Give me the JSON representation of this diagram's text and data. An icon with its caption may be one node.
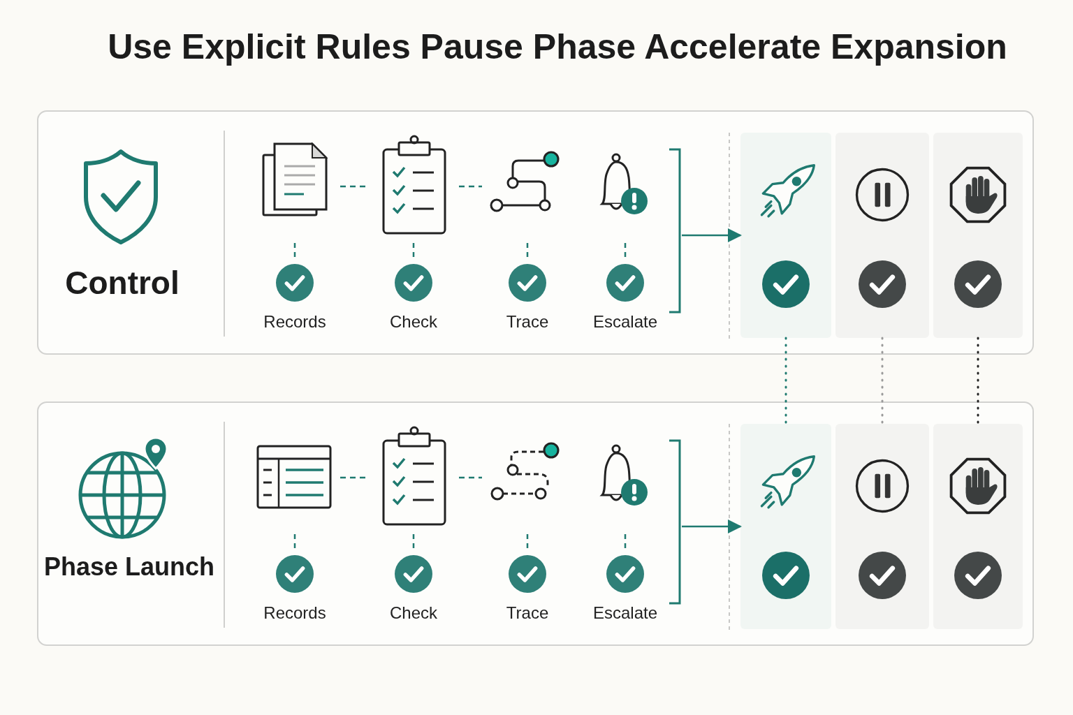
{
  "diagram": {
    "title": "Use Explicit Rules Pause Phase Accelerate Expansion",
    "nodes": [
      {
        "text": [
          "Control"
        ]
      },
      {
        "text": [
          "Records"
        ],
        "in": 0
      },
      {
        "text": [
          "Check"
        ],
        "in": 0
      },
      {
        "text": [
          "Trace"
        ],
        "in": 0
      },
      {
        "text": [
          "Escalate"
        ],
        "in": 0
      },
      {
        "text": [],
        "shape": "box",
        "in": 0
      },
      {
        "text": [],
        "shape": "box",
        "in": 0
      },
      {
        "text": [],
        "shape": "box",
        "in": 0
      },
      {
        "text": [
          "Phase Launch"
        ]
      },
      {
        "text": [
          "Records"
        ],
        "in": 8
      },
      {
        "text": [
          "Check"
        ],
        "in": 8
      },
      {
        "text": [
          "Trace"
        ],
        "in": 8
      },
      {
        "text": [
          "Escalate"
        ],
        "in": 8
      },
      {
        "text": [],
        "shape": "box",
        "in": 8
      },
      {
        "text": [],
        "shape": "box",
        "in": 8
      },
      {
        "text": [],
        "shape": "box",
        "in": 8
      }
    ],
    "edges": [
      {
        "from": 1,
        "to": 2,
        "arrow": "none",
        "style": "dashed"
      },
      {
        "from": 2,
        "to": 3,
        "arrow": "none",
        "style": "dashed"
      },
      {
        "from": null,
        "to": 5,
        "arrow": "to"
      },
      {
        "from": 9,
        "to": 10,
        "arrow": "none",
        "style": "dashed"
      },
      {
        "from": 10,
        "to": 11,
        "arrow": "none",
        "style": "dashed"
      },
      {
        "from": null,
        "to": 13,
        "arrow": "to"
      },
      {
        "from": 5,
        "to": 13,
        "arrow": "none",
        "style": "dashed"
      },
      {
        "from": 6,
        "to": 14,
        "arrow": "none",
        "style": "dashed",
        "color": "#9a9a9a"
      },
      {
        "from": 7,
        "to": 15,
        "arrow": "none",
        "style": "dashed",
        "color": "#222222"
      }
    ]
  }
}
